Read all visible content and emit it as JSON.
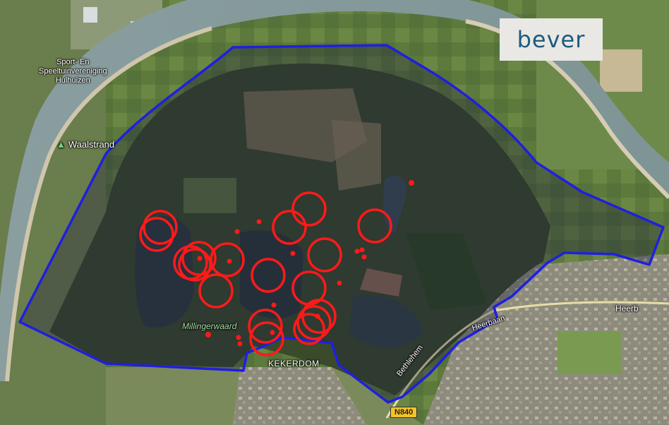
{
  "map_title": "bever",
  "labels": {
    "sport_line1": "Sport- En",
    "sport_line2": "Speeltuinvereniging",
    "sport_line3": "Hulhuizen",
    "waalstrand": "Waalstrand",
    "millingerwaard": "Millingerwaard",
    "kekerdom": "KEKERDOM",
    "heerbaan_right": "Heerb",
    "heerbaan_road": "Heerbaan",
    "bethlehem": "Bethlehem",
    "road_shield": "N840"
  },
  "colors": {
    "boundary": "#1f1fe0",
    "observation": "#ff1a1a",
    "title_text": "#1d5a80",
    "title_bg": "#e9e8e4"
  },
  "icons": {
    "sport": "sport-marker-icon",
    "waalstrand": "beach-marker-icon"
  }
}
